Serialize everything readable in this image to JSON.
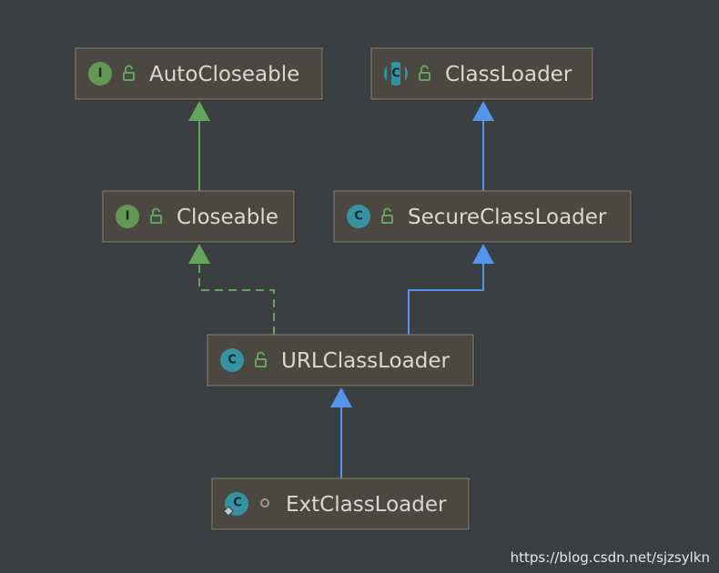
{
  "colors": {
    "interface": "#629755",
    "class": "#3592a0",
    "lock": "#62a65e",
    "edge_implements": "#62a65e",
    "edge_extends": "#5394ec"
  },
  "nodes": {
    "autocloseable": {
      "label": "AutoCloseable",
      "kind": "interface",
      "badge": "I",
      "icon": "interface-icon",
      "modifier_icon": "public-lock-icon"
    },
    "classloader": {
      "label": "ClassLoader",
      "kind": "abstract-class",
      "badge": "C",
      "icon": "abstract-class-icon",
      "modifier_icon": "public-lock-icon"
    },
    "closeable": {
      "label": "Closeable",
      "kind": "interface",
      "badge": "I",
      "icon": "interface-icon",
      "modifier_icon": "public-lock-icon"
    },
    "secureclassloader": {
      "label": "SecureClassLoader",
      "kind": "class",
      "badge": "C",
      "icon": "class-icon",
      "modifier_icon": "public-lock-icon"
    },
    "urlclassloader": {
      "label": "URLClassLoader",
      "kind": "class",
      "badge": "C",
      "icon": "class-icon",
      "modifier_icon": "public-lock-icon"
    },
    "extclassloader": {
      "label": "ExtClassLoader",
      "kind": "static-class",
      "badge": "C",
      "icon": "static-class-icon",
      "modifier_icon": "package-private-dot-icon"
    }
  },
  "edges": [
    {
      "from": "closeable",
      "to": "autocloseable",
      "type": "extends-interface"
    },
    {
      "from": "secureclassloader",
      "to": "classloader",
      "type": "extends"
    },
    {
      "from": "urlclassloader",
      "to": "closeable",
      "type": "implements"
    },
    {
      "from": "urlclassloader",
      "to": "secureclassloader",
      "type": "extends"
    },
    {
      "from": "extclassloader",
      "to": "urlclassloader",
      "type": "extends"
    }
  ],
  "watermark": "https://blog.csdn.net/sjzsylkn"
}
